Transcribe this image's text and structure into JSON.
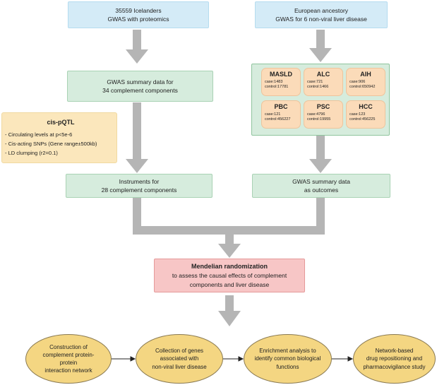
{
  "top_left": {
    "line1": "35559 Icelanders",
    "line2": "GWAS with proteomics"
  },
  "top_right": {
    "line1": "European ancestory",
    "line2": "GWAS for 6 non-viral liver disease"
  },
  "summary_left": {
    "line1": "GWAS summary data for",
    "line2": "34 complement components"
  },
  "diseases": [
    {
      "name": "MASLD",
      "case": "case:1483",
      "control": "control:17781"
    },
    {
      "name": "ALC",
      "case": "case:721",
      "control": "control:1466"
    },
    {
      "name": "AIH",
      "case": "case:906",
      "control": "control:650942"
    },
    {
      "name": "PBC",
      "case": "case:121",
      "control": "control:456227"
    },
    {
      "name": "PSC",
      "case": "case:4796",
      "control": "control:19955"
    },
    {
      "name": "HCC",
      "case": "case:123",
      "control": "control:456225"
    }
  ],
  "cis_pqtl": {
    "title": "cis-pQTL",
    "items": [
      "- Circulating levels at p<5e-6",
      "- Cis-acting SNPs (Gene range±500kb)",
      "- LD clumping (r2=0.1)"
    ]
  },
  "instruments": {
    "line1": "Instruments for",
    "line2": "28 complement components"
  },
  "outcomes": {
    "line1": "GWAS summary data",
    "line2": "as outcomes"
  },
  "mr": {
    "title": "Mendelian randomization",
    "line1": "to assess the causal effects of complement",
    "line2": "components and liver disease"
  },
  "steps": [
    {
      "line1": "Construction of",
      "line2": "complement protein-protein",
      "line3": "interaction network"
    },
    {
      "line1": "Collection of genes",
      "line2": "associated with",
      "line3": "non-viral liver disease"
    },
    {
      "line1": "Enrichment analysis  to",
      "line2": "identify common  biological",
      "line3": "functions"
    },
    {
      "line1": "Network-based",
      "line2": "drug repositioning and",
      "line3": "pharmacovigilance study"
    }
  ],
  "colors": {
    "blue": "#d4ebf7",
    "green": "#d6ecdd",
    "orange": "#fbdbb9",
    "yellow": "#fbe7bc",
    "pink": "#f7c6c6",
    "ellipse": "#f4d682",
    "arrow": "#b5b5b5"
  }
}
